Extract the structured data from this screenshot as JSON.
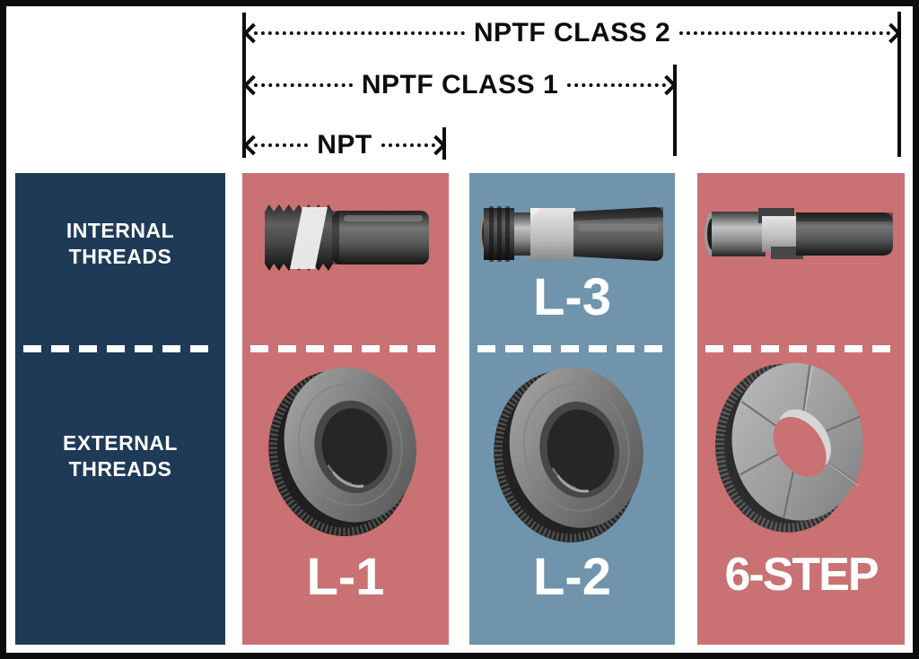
{
  "dimensions": {
    "class2": "NPTF CLASS 2",
    "class1": "NPTF CLASS 1",
    "npt": "NPT"
  },
  "row_headers": {
    "internal": "INTERNAL THREADS",
    "external": "EXTERNAL THREADS"
  },
  "columns": [
    {
      "standard_span": "NPT",
      "internal_gauge_label": "",
      "external_gauge_label": "L-1",
      "color": "#c97173"
    },
    {
      "standard_span": "NPTF CLASS 1",
      "internal_gauge_label": "L-3",
      "external_gauge_label": "L-2",
      "color": "#6f94ac"
    },
    {
      "standard_span": "NPTF CLASS 2",
      "internal_gauge_label": "",
      "external_gauge_label": "6-STEP",
      "color": "#c97173"
    }
  ],
  "colors": {
    "navy": "#1f3a57",
    "pink": "#c97173",
    "blue": "#6f94ac",
    "line_black": "#0d0d0d",
    "white": "#ffffff"
  }
}
